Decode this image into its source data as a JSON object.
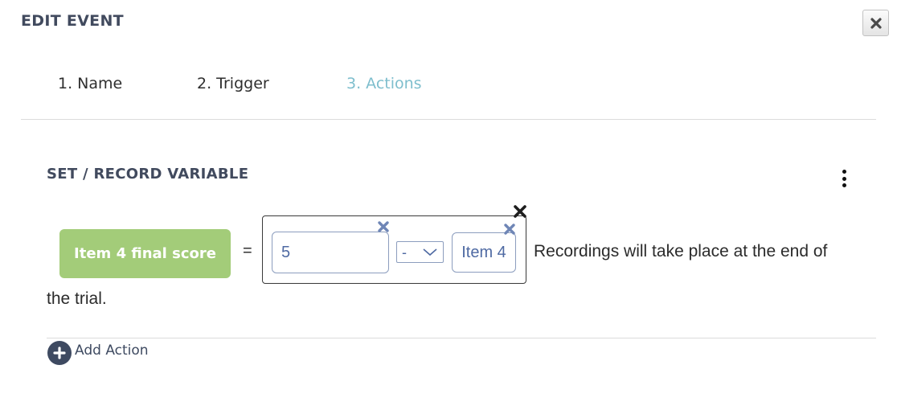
{
  "header": {
    "title": "EDIT EVENT",
    "close_icon": "close-icon"
  },
  "tabs": [
    {
      "label": "1. Name",
      "active": false
    },
    {
      "label": "2. Trigger",
      "active": false
    },
    {
      "label": "3. Actions",
      "active": true
    }
  ],
  "colors": {
    "accent_active_tab": "#7ebecd",
    "heading": "#414a5e",
    "variable_pill": "#a3cc79",
    "input_border": "#8c9dbe",
    "input_text": "#4f6aa3",
    "remove_icon_blue": "#6f86b6",
    "add_icon_bg": "#3e4a61"
  },
  "action": {
    "title": "SET / RECORD VARIABLE",
    "menu_icon": "vertical-dots-icon",
    "variable_label": "Item 4 final score",
    "equals": "=",
    "expression": {
      "value": "5",
      "operator": "-",
      "operand_label": "Item 4"
    },
    "description_line1": "Recordings will take place at the end of",
    "description_line2": "the trial."
  },
  "add_action": {
    "label": "Add Action",
    "icon": "plus-circle-icon"
  }
}
